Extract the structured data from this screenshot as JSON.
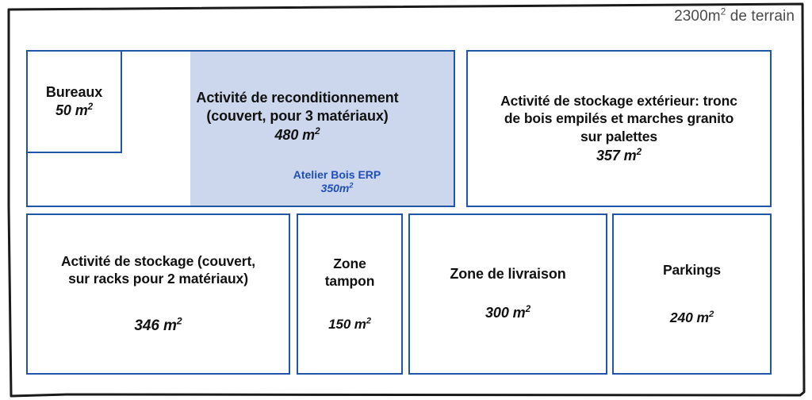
{
  "site": {
    "area_label": "2300m² de terrain",
    "outline_name": "terrain-boundary"
  },
  "colors": {
    "zone_border": "#2155a8",
    "zone_fill": "#ffffff",
    "highlight_fill": "#ccd6ec",
    "highlight_text": "#1f4fb8",
    "outline": "#1a1a1a",
    "caption_text": "#4a4a4a"
  },
  "zones": {
    "bureaux": {
      "title": "Bureaux",
      "area": "50 m²"
    },
    "reconditionnement": {
      "title_line1": "Activité de reconditionnement",
      "title_line2": "(couvert, pour 3 matériaux)",
      "area": "480 m²",
      "sub_name": "Atelier Bois  ERP",
      "sub_area": "350m²"
    },
    "stockage_exterieur": {
      "title_line1": "Activité de stockage extérieur: tronc",
      "title_line2": "de bois empilés et marches granito",
      "title_line3": "sur palettes",
      "area": "357 m²"
    },
    "stockage_couvert": {
      "title_line1": "Activité de stockage (couvert,",
      "title_line2": "sur racks pour 2 matériaux)",
      "area": "346 m²"
    },
    "tampon": {
      "title_line1": "Zone",
      "title_line2": "tampon",
      "area": "150 m²"
    },
    "livraison": {
      "title": "Zone de livraison",
      "area": "300 m²"
    },
    "parkings": {
      "title": "Parkings",
      "area": "240 m²"
    }
  }
}
